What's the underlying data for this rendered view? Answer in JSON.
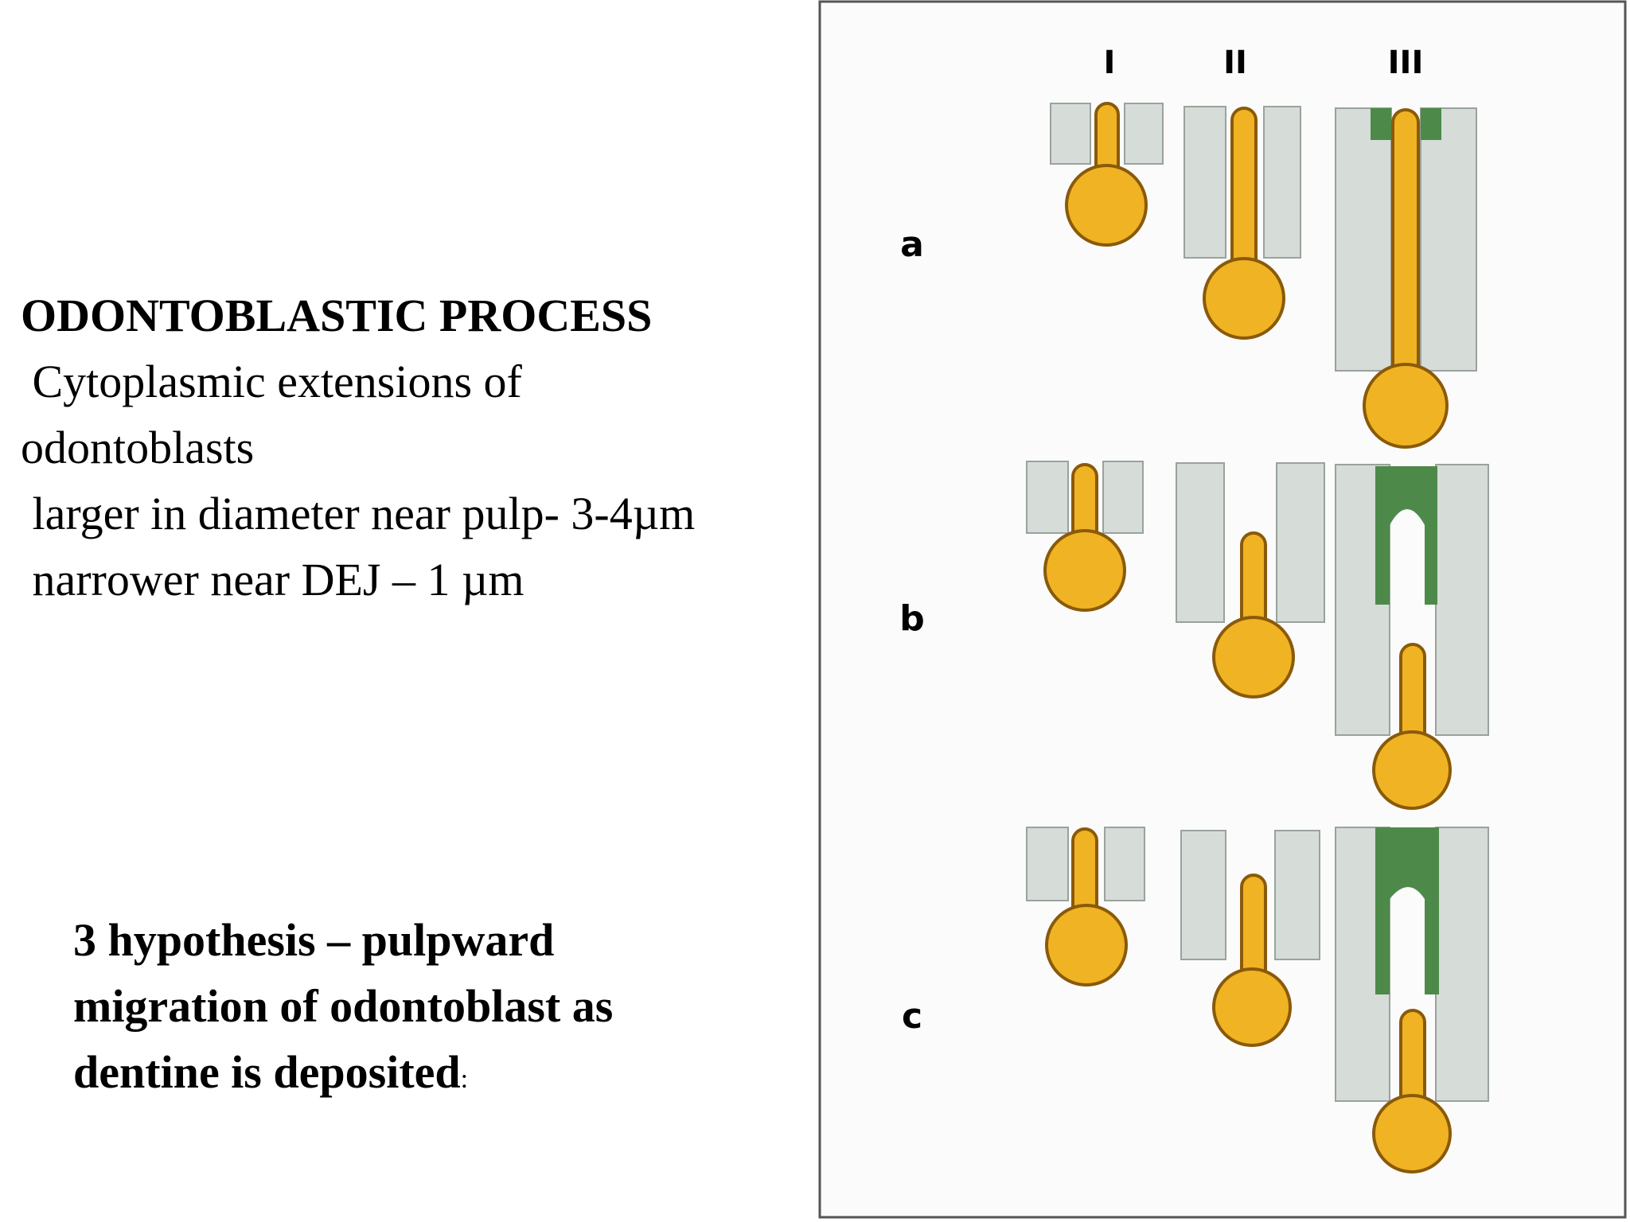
{
  "heading": {
    "title": "ODONTOBLASTIC PROCESS",
    "lines": [
      " Cytoplasmic extensions of",
      "odontoblasts",
      " larger in diameter near pulp- 3-4µm",
      " narrower near DEJ – 1 µm"
    ]
  },
  "hypothesis": {
    "lines": [
      "3 hypothesis – pulpward",
      "migration of odontoblast as",
      "dentine is deposited"
    ],
    "colon": ":"
  },
  "figure": {
    "column_labels": [
      "I",
      "II",
      "III"
    ],
    "row_labels": [
      "a",
      "b",
      "c"
    ],
    "colors": {
      "cell": "#f0b323",
      "cell_outline": "#8a5a0a",
      "dentine": "#d6dcd8",
      "mineralized": "#4d8a4a",
      "background": "#fbfbfb",
      "frame": "#555555"
    }
  }
}
